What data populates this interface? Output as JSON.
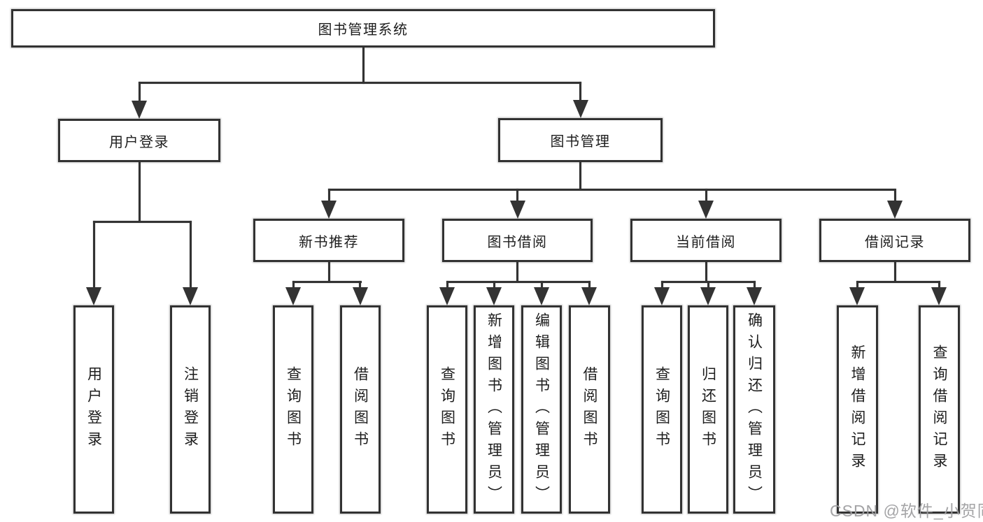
{
  "watermark": {
    "text": "CSDN @软件_小贺同学"
  },
  "colors": {
    "line": "#333333",
    "box_border": "#323232",
    "text": "#1d1d1d",
    "watermark": "#9f9fa1",
    "background": "#ffffff"
  },
  "chart_data": {
    "type": "hierarchy-diagram",
    "title": "图书管理系统"
  },
  "tree": {
    "root": {
      "label": "图书管理系统"
    },
    "branches": [
      {
        "label": "用户登录",
        "children": [
          {
            "label": "用户登录"
          },
          {
            "label": "注销登录"
          }
        ]
      },
      {
        "label": "图书管理",
        "children": [
          {
            "label": "新书推荐",
            "children": [
              {
                "label": "查询图书"
              },
              {
                "label": "借阅图书"
              }
            ]
          },
          {
            "label": "图书借阅",
            "children": [
              {
                "label": "查询图书"
              },
              {
                "label": "新增图书（管理员）"
              },
              {
                "label": "编辑图书（管理员）"
              },
              {
                "label": "借阅图书"
              }
            ]
          },
          {
            "label": "当前借阅",
            "children": [
              {
                "label": "查询图书"
              },
              {
                "label": "归还图书"
              },
              {
                "label": "确认归还（管理员）"
              }
            ]
          },
          {
            "label": "借阅记录",
            "children": [
              {
                "label": "新增借阅记录"
              },
              {
                "label": "查询借阅记录"
              }
            ]
          }
        ]
      }
    ]
  }
}
